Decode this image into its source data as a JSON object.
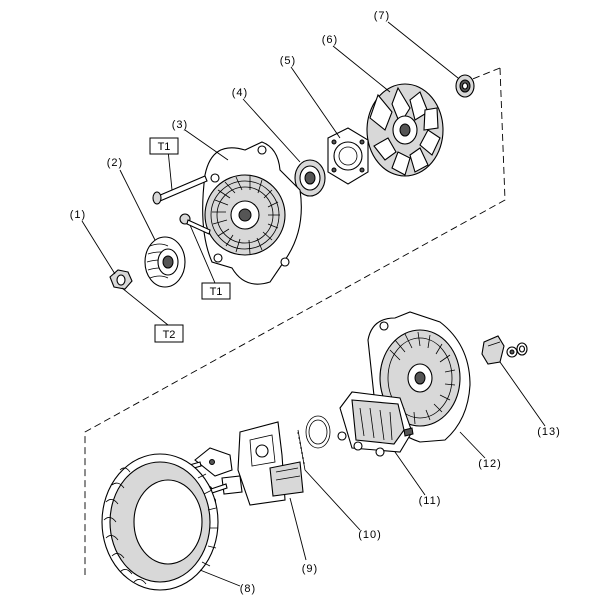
{
  "callouts": {
    "c1": "(1)",
    "c2": "(2)",
    "c3": "(3)",
    "c4": "(4)",
    "c5": "(5)",
    "c6": "(6)",
    "c7": "(7)",
    "c8": "(8)",
    "c9": "(9)",
    "c10": "(10)",
    "c11": "(11)",
    "c12": "(12)",
    "c13": "(13)"
  },
  "torque_tags": {
    "t1_upper": "T1",
    "t1_lower": "T1",
    "t2": "T2"
  }
}
